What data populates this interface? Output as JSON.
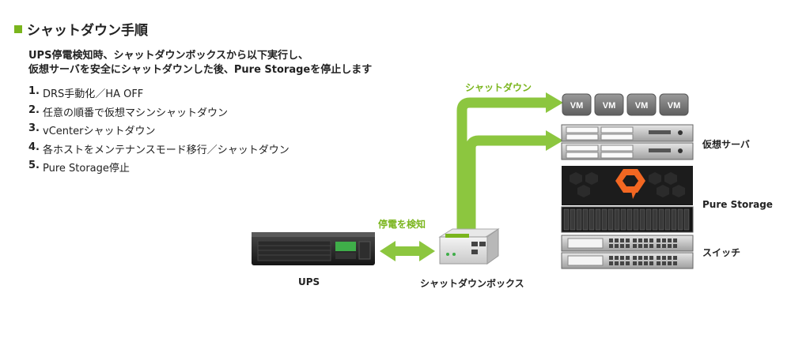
{
  "heading": {
    "title": "シャットダウン手順"
  },
  "intro": {
    "line1": "UPS停電検知時、シャットダウンボックスから以下実行し、",
    "line2": "仮想サーバを安全にシャットダウンした後、Pure Storageを停止します"
  },
  "steps": [
    {
      "num": "1.",
      "text": "DRS手動化／HA OFF"
    },
    {
      "num": "2.",
      "text": "任意の順番で仮想マシンシャットダウン"
    },
    {
      "num": "3.",
      "text": "vCenterシャットダウン"
    },
    {
      "num": "4.",
      "text": "各ホストをメンテナンスモード移行／シャットダウン"
    },
    {
      "num": "5.",
      "text": "Pure Storage停止"
    }
  ],
  "diagram": {
    "label_shutdown_arrow": "シャットダウン",
    "label_power_detect": "停電を検知",
    "label_ups": "UPS",
    "label_shutdown_box": "シャットダウンボックス",
    "label_virtual_server": "仮想サーバ",
    "label_pure_storage": "Pure Storage",
    "label_switch": "スイッチ",
    "vm_label": "VM",
    "vm_count": 4
  },
  "colors": {
    "accent_green": "#7ab51d",
    "arrow_green": "#8cc63f",
    "pure_orange": "#f26722"
  }
}
